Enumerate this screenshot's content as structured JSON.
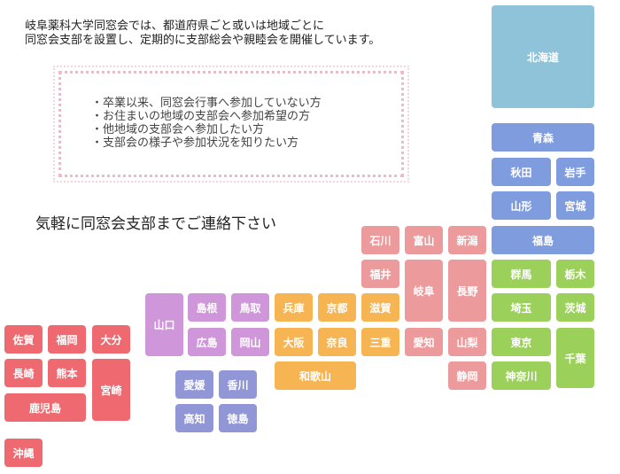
{
  "intro": {
    "line1": "岐阜薬科大学同窓会では、都道府県ごと或いは地域ごとに",
    "line2": "同窓会支部を設置し、定期的に支部総会や親睦会を開催しています。"
  },
  "notice_items": [
    "卒業以来、同窓会行事へ参加していない方",
    "お住まいの地域の支部会へ参加希望の方",
    "他地域の支部会へ参加したい方",
    "支部会の様子や参加状況を知りたい方"
  ],
  "callout": "気軽に同窓会支部までご連絡下さい",
  "prefectures": {
    "hokkaido": "北海道",
    "aomori": "青森",
    "akita": "秋田",
    "iwate": "岩手",
    "yamagata": "山形",
    "miyagi": "宮城",
    "fukushima": "福島",
    "gunma": "群馬",
    "tochigi": "栃木",
    "saitama": "埼玉",
    "ibaraki": "茨城",
    "tokyo": "東京",
    "chiba": "千葉",
    "kanagawa": "神奈川",
    "ishikawa": "石川",
    "toyama": "富山",
    "niigata": "新潟",
    "fukui": "福井",
    "gifu": "岐阜",
    "nagano": "長野",
    "aichi": "愛知",
    "yamanashi": "山梨",
    "shizuoka": "静岡",
    "hyogo": "兵庫",
    "kyoto": "京都",
    "shiga": "滋賀",
    "osaka": "大阪",
    "nara": "奈良",
    "mie": "三重",
    "wakayama": "和歌山",
    "yamaguchi": "山口",
    "shimane": "島根",
    "tottori": "鳥取",
    "hiroshima": "広島",
    "okayama": "岡山",
    "ehime": "愛媛",
    "kagawa": "香川",
    "kochi": "高知",
    "tokushima": "徳島",
    "saga": "佐賀",
    "fukuoka": "福岡",
    "oita": "大分",
    "nagasaki": "長崎",
    "kumamoto": "熊本",
    "miyazaki": "宮崎",
    "kagoshima": "鹿児島",
    "okinawa": "沖縄"
  },
  "region_colors": {
    "hokkaido": "#8fc3d9",
    "tohoku": "#7f9cdf",
    "kanto": "#9bd15a",
    "chubu": "#ec9a9c",
    "kinki": "#f6b452",
    "chugoku": "#cf97da",
    "shikoku": "#9196d6",
    "kyushu": "#ee6a70"
  }
}
